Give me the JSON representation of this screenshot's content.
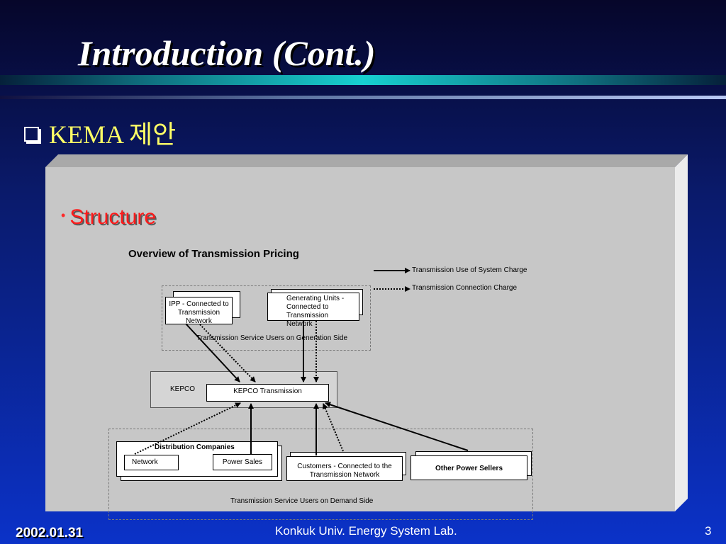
{
  "slide": {
    "title": "Introduction (Cont.)",
    "subheading": "KEMA 제안",
    "bullet": "Structure"
  },
  "diagram": {
    "title": "Overview of Transmission Pricing",
    "legend": {
      "solid_label": "Transmission Use of System Charge",
      "dotted_label": "Transmission Connection Charge"
    },
    "generation_side_label": "Transmission Service Users on Generation Side",
    "ipp_box": "IPP - Connected to Transmission Network",
    "generating_units_box": "Generating Units  - Connected to Transmission Network",
    "kepco_label": "KEPCO",
    "kepco_transmission_box": "KEPCO Transmission",
    "distribution_label": "Distribution Companies",
    "network_box": "Network",
    "power_sales_box": "Power Sales",
    "customers_box": "Customers - Connected to the Transmission Network",
    "other_sellers_box": "Other Power Sellers",
    "demand_side_label": "Transmission Service Users on Demand Side"
  },
  "footer": {
    "date": "2002.01.31",
    "center": "Konkuk Univ. Energy System Lab.",
    "page": "3"
  }
}
